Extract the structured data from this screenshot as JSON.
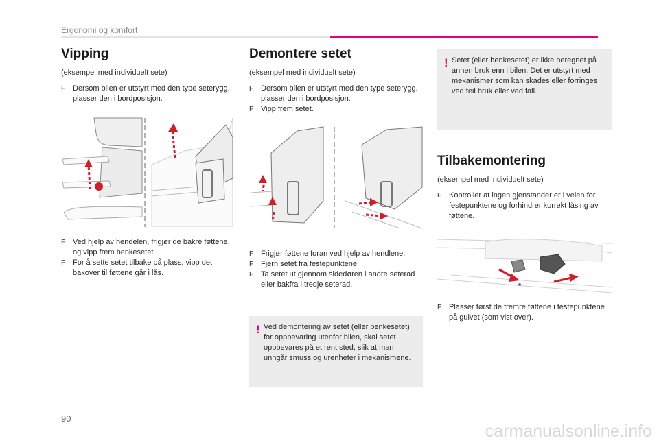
{
  "header": {
    "title": "Ergonomi og komfort",
    "accent_color": "#e6007e"
  },
  "page_number": "90",
  "footer": {
    "watermark": "carmanualsonline.info"
  },
  "col1": {
    "heading": "Vipping",
    "note": "(eksempel med individuelt sete)",
    "bullets_top": [
      "Dersom bilen er utstyrt med den type seterygg, plasser den i bordposisjon."
    ],
    "bullets_bottom": [
      "Ved hjelp av hendelen, frigjør de bakre føttene, og vipp frem benkesetet.",
      "For å sette setet tilbake på plass, vipp det bakover til føttene går i lås."
    ]
  },
  "col2": {
    "heading": "Demontere setet",
    "note": "(eksempel med individuelt sete)",
    "bullets_top": [
      "Dersom bilen er utstyrt med den type seterygg, plasser den i bordposisjon.",
      "Vipp frem setet."
    ],
    "bullets_bottom": [
      "Frigjør føttene foran ved hjelp av hendlene.",
      "Fjern setet fra festepunktene.",
      "Ta setet ut gjennom sidedøren i andre seterad eller bakfra i tredje seterad."
    ],
    "warning": "Ved demontering av setet (eller benkesetet) for oppbevaring utenfor bilen, skal setet oppbevares på et rent sted, slik at man unngår smuss og urenheter i mekanismene."
  },
  "col3": {
    "warning": "Setet (eller benkesetet) er ikke beregnet på annen bruk enn i bilen. Det er utstyrt med mekanismer som kan skades eller forringes ved feil bruk eller ved fall.",
    "heading": "Tilbakemontering",
    "note": "(eksempel med individuelt sete)",
    "bullets_top": [
      "Kontroller at ingen gjenstander er i veien for festepunktene og forhindrer korrekt låsing av føttene."
    ],
    "bullets_bottom": [
      "Plasser først de fremre føttene i festepunktene på gulvet (som vist over)."
    ]
  },
  "bullet_glyph": "F",
  "warning_glyph": "!"
}
